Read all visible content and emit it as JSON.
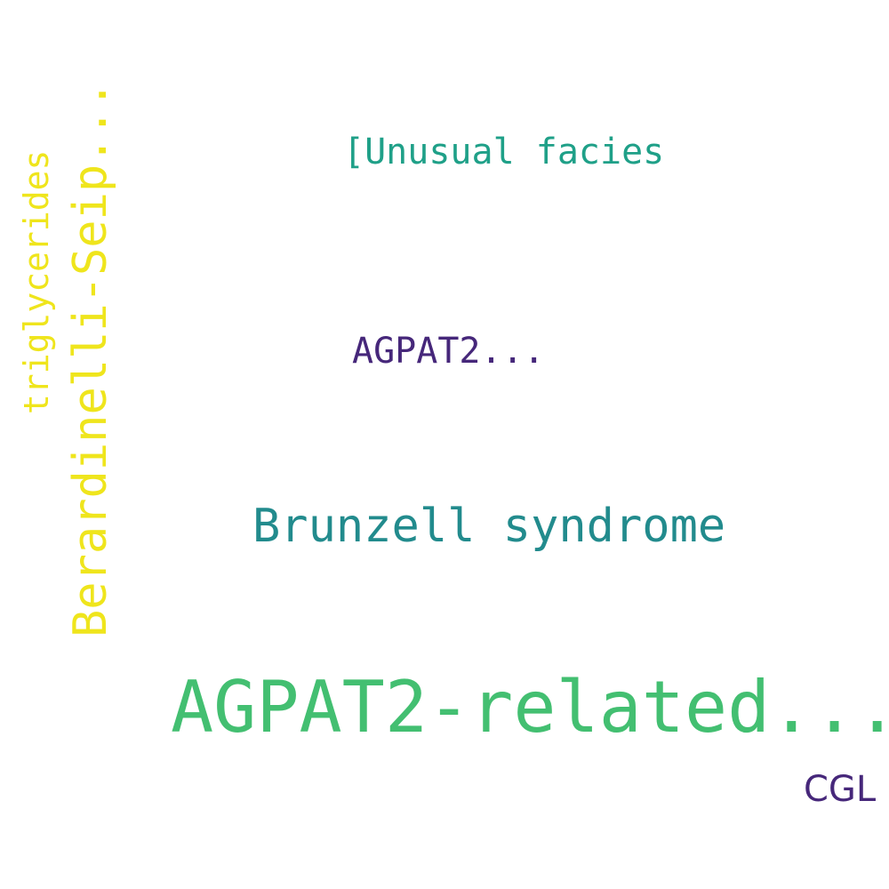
{
  "words": [
    {
      "text": "AGPAT2-related...",
      "color": "#43bf71"
    },
    {
      "text": "Brunzell syndrome",
      "color": "#228b8d"
    },
    {
      "text": "Berardinelli-Seip...",
      "color": "#efe51c"
    },
    {
      "text": "triglycerides",
      "color": "#efe51c"
    },
    {
      "text": "[Unusual facies",
      "color": "#1fa088"
    },
    {
      "text": "AGPAT2...",
      "color": "#46277a"
    },
    {
      "text": "CGL",
      "color": "#46277a"
    }
  ]
}
